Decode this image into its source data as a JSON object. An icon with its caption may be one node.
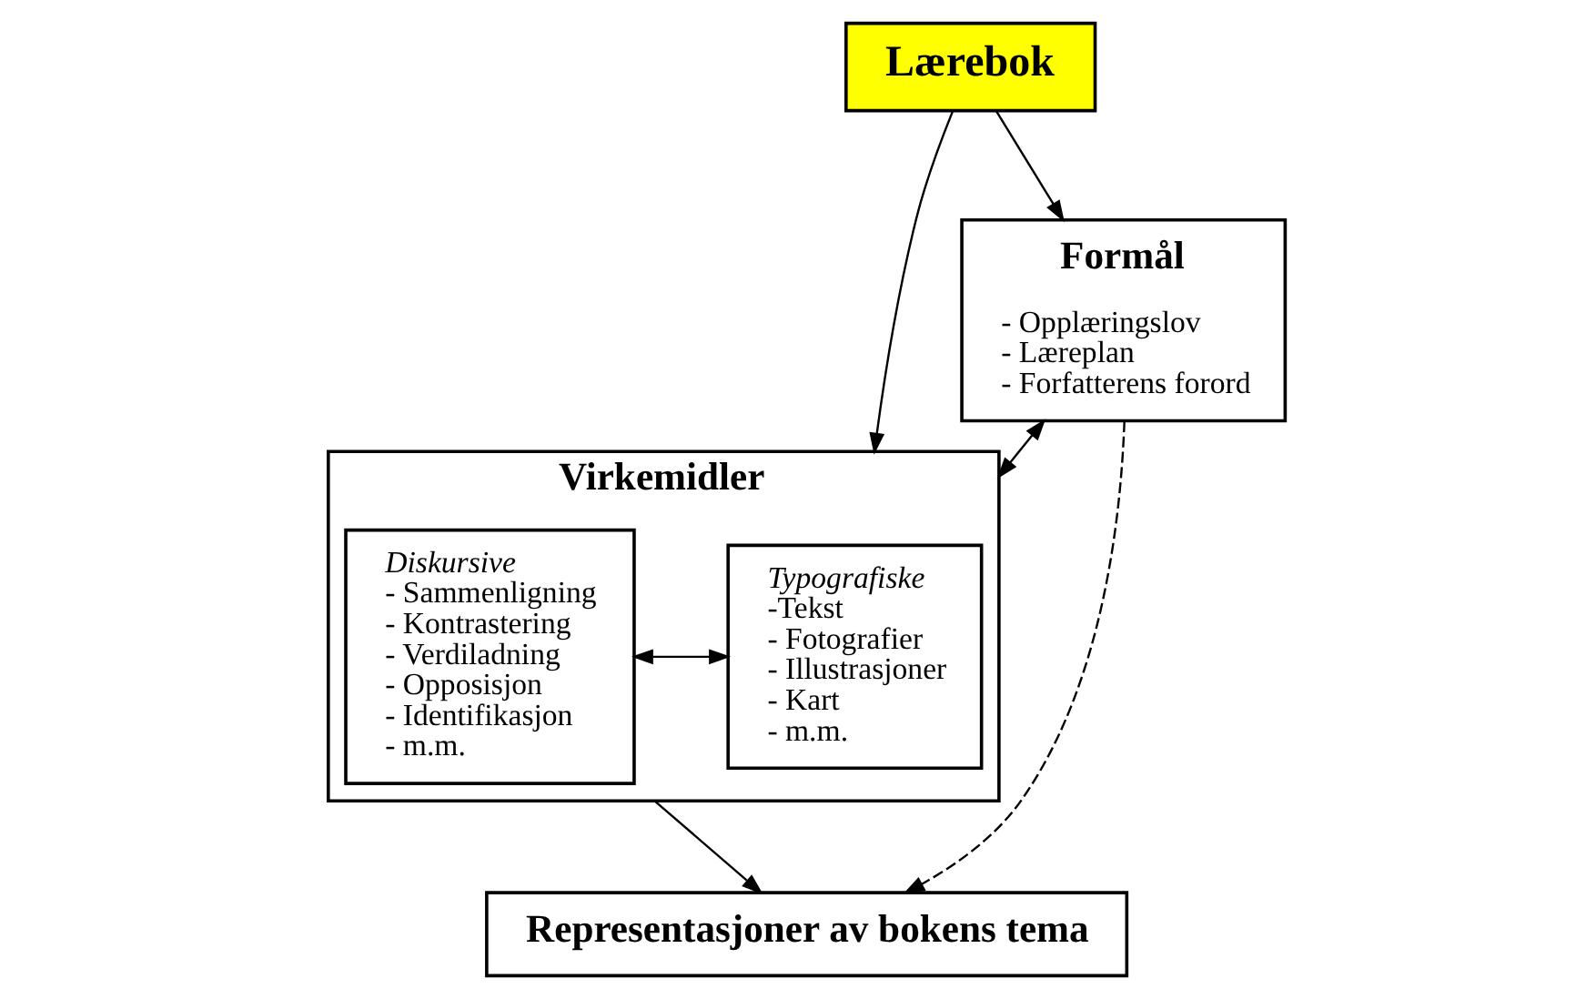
{
  "diagram": {
    "nodes": [
      {
        "text": [
          "Lærebok"
        ]
      },
      {
        "text": [
          "Formål",
          "- Opplæringslov",
          "- Læreplan",
          "- Forfatterens forord"
        ]
      },
      {
        "text": [
          "Virkemidler"
        ]
      },
      {
        "text": [
          "Typografiske",
          "-Tekst",
          "- Fotografier",
          "- Illustrasjoner",
          "- Kart",
          "- m.m."
        ],
        "in": 2
      },
      {
        "text": [
          "Diskursive",
          "- Sammenligning",
          "- Kontrastering",
          "- Verdiladning",
          "- Opposisjon",
          "- Identifikasjon",
          "- m.m."
        ],
        "in": 2
      },
      {
        "text": [
          "Representasjoner av bokens tema"
        ]
      }
    ],
    "edges": [
      {
        "from": 0,
        "to": 1,
        "arrow": "to"
      },
      {
        "from": 0,
        "to": 2,
        "arrow": "to"
      },
      {
        "from": 1,
        "to": 2,
        "arrow": "both"
      },
      {
        "from": 3,
        "to": 4,
        "arrow": "both"
      },
      {
        "from": 1,
        "to": 5,
        "arrow": "to",
        "style": "dashed"
      },
      {
        "from": 2,
        "to": 5,
        "arrow": "to"
      }
    ]
  }
}
